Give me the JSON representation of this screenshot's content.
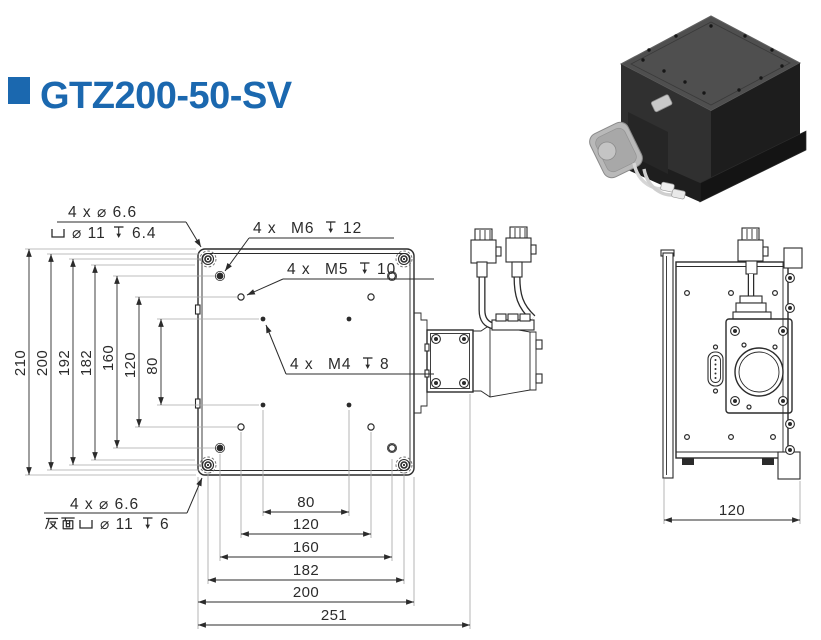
{
  "header": {
    "title": "GTZ200-50-SV",
    "accent_color": "#1b68af"
  },
  "callouts": {
    "top_counterbore": {
      "qty_dia": "4 x ⌀ 6.6",
      "cbore_dia": "⌀ 11",
      "cbore_depth": "6.4"
    },
    "m6": {
      "qty": "4 x",
      "thread": "M6",
      "depth": "12"
    },
    "m5": {
      "qty": "4 x",
      "thread": "M5",
      "depth": "10"
    },
    "m4": {
      "qty": "4 x",
      "thread": "M4",
      "depth": "8"
    },
    "bottom_counterbore": {
      "qty_dia": "4 x ⌀ 6.6",
      "side_note": "反面",
      "cbore_dia": "⌀ 11",
      "cbore_depth": "6"
    }
  },
  "dimensions": {
    "left": [
      "210",
      "200",
      "192",
      "182",
      "160",
      "120",
      "80"
    ],
    "bottom": [
      "80",
      "120",
      "160",
      "182",
      "200",
      "251"
    ],
    "side": "120"
  }
}
